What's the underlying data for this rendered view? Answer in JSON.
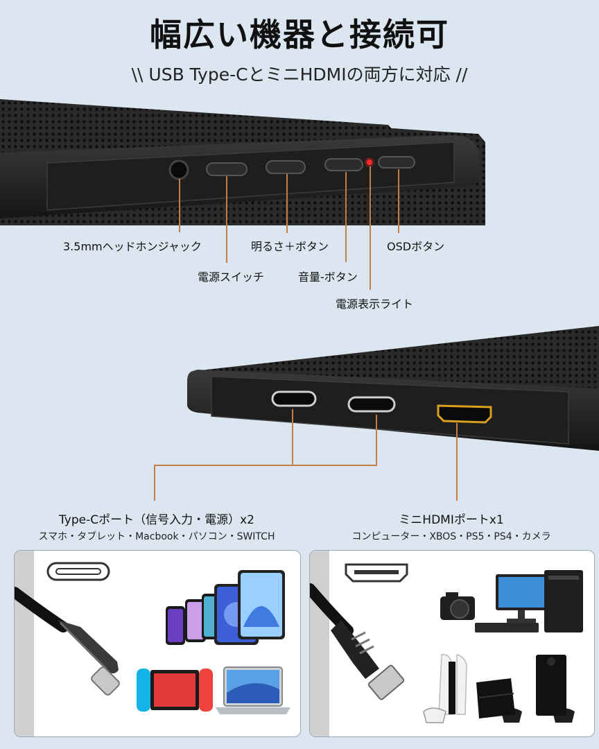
{
  "header": {
    "title": "幅広い機器と接続可",
    "subtitle": "\\\\ USB Type-CとミニHDMIの両方に対応 //"
  },
  "top_panel": {
    "labels": {
      "audio_jack": "3.5mmヘッドホンジャック",
      "power_switch": "電源スイッチ",
      "brightness_plus": "明るさ＋ボタン",
      "volume_minus": "音量-ボタン",
      "power_led": "電源表示ライト",
      "osd_button": "OSDボタン"
    }
  },
  "bottom_panel": {
    "typec": {
      "title": "Type-Cポート（信号入力・電源）x2",
      "devices": "スマホ・タブレット・Macbook・パソコン・SWITCH"
    },
    "hdmi": {
      "title": "ミニHDMIポートx1",
      "devices": "コンピューター・XBOS・PS5・PS4・カメラ"
    }
  },
  "colors": {
    "background": "#dce6f1",
    "callout_line": "#c28048",
    "device_body": "#1c1c1c",
    "led": "#ff2a2a",
    "hdmi_gold": "#d9a020"
  },
  "icons": [
    "usb-c-port-icon",
    "hdmi-port-icon",
    "usb-c-cable-icon",
    "hdmi-cable-icon",
    "smartphone-icon",
    "tablet-icon",
    "switch-console-icon",
    "laptop-icon",
    "camera-icon",
    "desktop-pc-icon",
    "ps5-icon",
    "ps4-icon",
    "xbox-icon",
    "gamepad-icon"
  ]
}
